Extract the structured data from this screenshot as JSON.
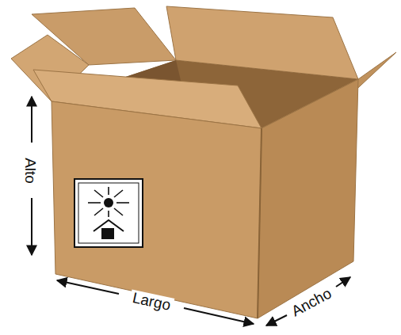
{
  "diagram": {
    "labels": [
      "Alto",
      "Largo",
      "Ancho"
    ]
  }
}
